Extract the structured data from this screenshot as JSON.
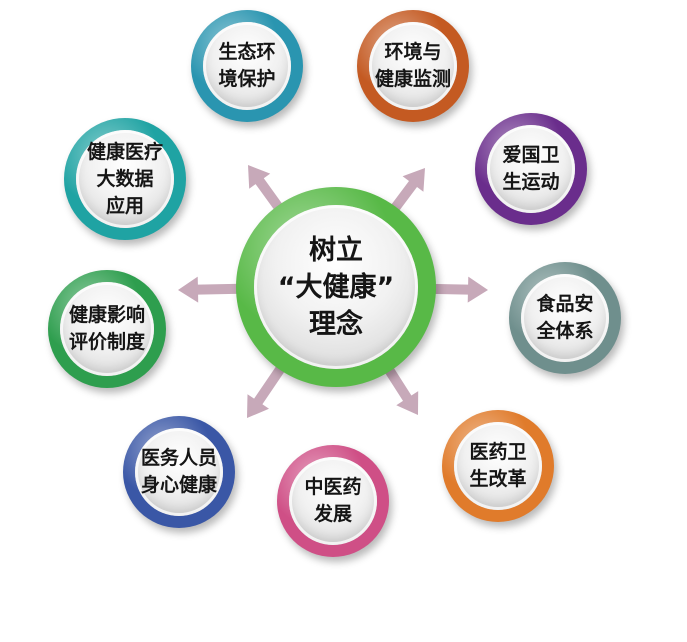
{
  "diagram": {
    "center": {
      "label": "树立\n“大健康”\n理念",
      "color": "#58b947"
    },
    "nodes": [
      {
        "id": "ecological",
        "label": "生态环\n境保护",
        "color": "#2a95b0"
      },
      {
        "id": "env-health",
        "label": "环境与\n健康监测",
        "color": "#c45a22"
      },
      {
        "id": "patriotic",
        "label": "爱国卫\n生运动",
        "color": "#6a2d8c"
      },
      {
        "id": "food-safety",
        "label": "食品安\n全体系",
        "color": "#6f8f8d"
      },
      {
        "id": "medical-reform",
        "label": "医药卫\n生改革",
        "color": "#e07b2b"
      },
      {
        "id": "tcm",
        "label": "中医药\n发展",
        "color": "#cf4f86"
      },
      {
        "id": "medical-staff",
        "label": "医务人员\n身心健康",
        "color": "#3a57a6"
      },
      {
        "id": "impact-eval",
        "label": "健康影响\n评价制度",
        "color": "#2e9e4e"
      },
      {
        "id": "big-data",
        "label": "健康医疗\n大数据\n应用",
        "color": "#1fa3a3"
      }
    ],
    "arrow_color": "#c7a9b9"
  }
}
